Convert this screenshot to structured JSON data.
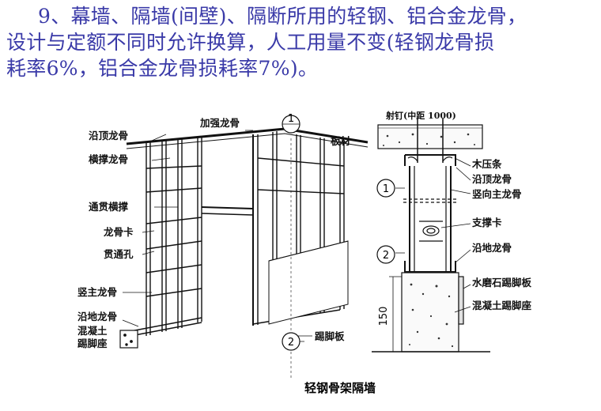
{
  "text": {
    "line1": "9、幕墙、隔墙(间壁)、隔断所用的轻钢、铝合金龙骨，",
    "line2": "设计与定额不同时允许换算，人工用量不变(轻钢龙骨损",
    "line3": "耗率6%，铝合金龙骨损耗率7%)。"
  },
  "left_diagram": {
    "labels": {
      "top_track": "沿顶龙骨",
      "horizontal": "横撑龙骨",
      "through": "通贯横撑",
      "clip": "龙骨卡",
      "hole": "贯通孔",
      "vertical": "竖主龙骨",
      "floor_track": "沿地龙骨",
      "concrete1": "混凝土",
      "concrete2": "踢脚座",
      "reinforce": "加强龙骨",
      "board": "板材",
      "skirting": "踢脚板"
    },
    "callouts": [
      "1",
      "2"
    ]
  },
  "right_diagram": {
    "labels": {
      "nail": "射钉(中距 1000)",
      "wood_strip": "木压条",
      "top_track": "沿顶龙骨",
      "vertical_main": "竖向主龙骨",
      "brace_card": "支撑卡",
      "floor_track": "沿地龙骨",
      "terrazzo": "水磨石踢脚板",
      "concrete_base": "混凝土踢脚座"
    },
    "callouts": [
      "1",
      "2"
    ],
    "dimension": "150"
  },
  "caption": "轻钢骨架隔墙"
}
